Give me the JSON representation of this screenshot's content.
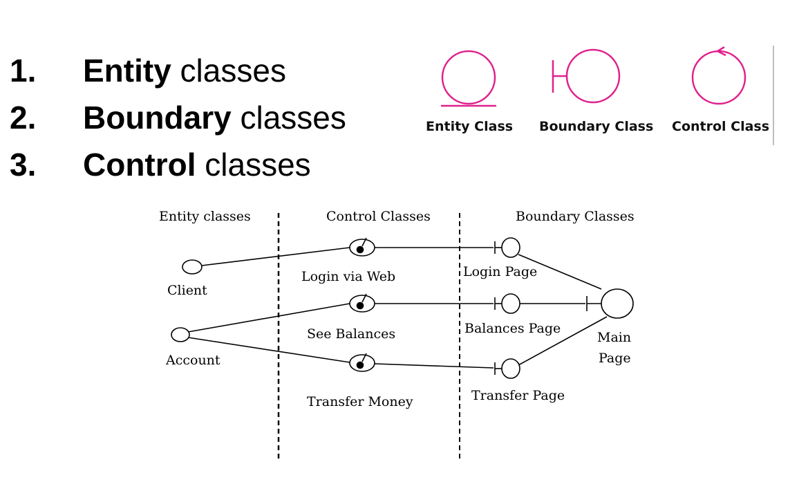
{
  "list": [
    {
      "number": "1.",
      "bold": "Entity",
      "rest": " classes"
    },
    {
      "number": "2.",
      "bold": "Boundary",
      "rest": " classes"
    },
    {
      "number": "3.",
      "bold": "Control",
      "rest": " classes"
    }
  ],
  "legend": {
    "color": "#e0208c",
    "entity_label": "Entity Class",
    "boundary_label": "Boundary Class",
    "control_label": "Control Class"
  },
  "diagram": {
    "headers": {
      "entity": "Entity  classes",
      "control": "Control Classes",
      "boundary": "Boundary  Classes"
    },
    "entities": {
      "client": "Client",
      "account": "Account"
    },
    "controls": {
      "login": "Login via Web",
      "balances": "See Balances",
      "transfer": "Transfer Money"
    },
    "boundaries": {
      "login_page": "Login Page",
      "balances_page": "Balances Page",
      "transfer_page": "Transfer Page",
      "main_line1": "Main",
      "main_line2": "Page"
    }
  }
}
